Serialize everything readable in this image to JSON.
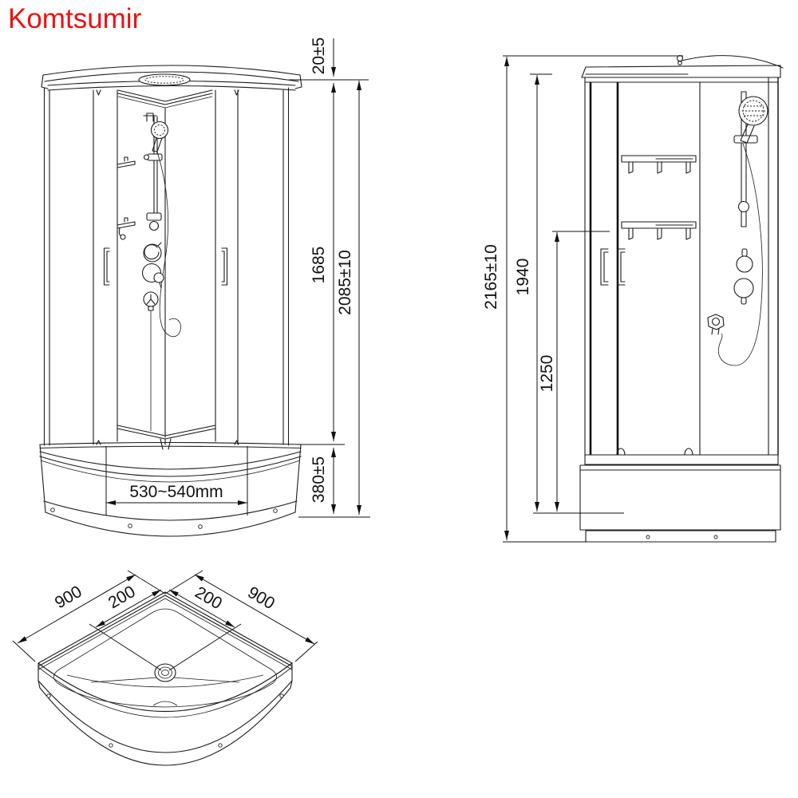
{
  "brand": {
    "name": "Komtsumir",
    "color": "#ee1111"
  },
  "diagram": {
    "subject": "corner shower cabin technical drawing",
    "background": "#ffffff",
    "line_color": "#1b1b1b",
    "views": {
      "front": {
        "title": "front-view",
        "dims": {
          "top_clearance": "20±5",
          "glass_height": "1685",
          "overall_height": "2085±10",
          "tray_height": "380±5",
          "door_opening_width": "530~540mm"
        }
      },
      "side": {
        "title": "side-view",
        "dims": {
          "overall_height": "2165±10",
          "cabin_height": "1940",
          "shelf_height": "1250"
        }
      },
      "plan": {
        "title": "top-view",
        "dims": {
          "left_side_width": "900",
          "left_center_offset": "200",
          "right_center_offset": "200",
          "right_side_width": "900"
        }
      }
    }
  }
}
